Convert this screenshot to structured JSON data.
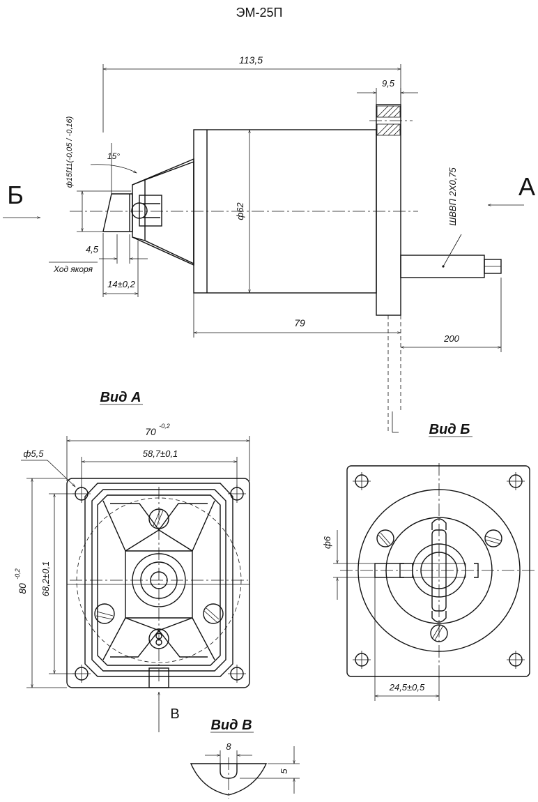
{
  "title": "ЭМ-25П",
  "views": {
    "main": {
      "dim_total_length": "113,5",
      "dim_flange": "9,5",
      "dim_shaft_dia": "ф15f11(-0,05 / -0,16)",
      "dim_angle": "15°",
      "dim_body_dia": "ф62",
      "dim_stroke": "4,5",
      "label_stroke": "Ход якоря",
      "dim_tip": "14±0,2",
      "dim_body_len": "79",
      "dim_cable_len": "200",
      "cable_label": "ШВВП 2Х0,75",
      "arrow_a": "А",
      "arrow_b": "Б"
    },
    "view_a": {
      "title": "Вид А",
      "dim_width": "70",
      "dim_width_tol": "-0,2",
      "dim_hole": "ф5,5",
      "dim_hole_spacing_x": "58,7±0,1",
      "dim_height": "80",
      "dim_height_tol": "-0,2",
      "dim_hole_spacing_y": "68,2±0,1",
      "arrow_v": "В"
    },
    "view_b": {
      "title": "Вид Б",
      "dim_pin_dia": "ф6",
      "dim_pin_len": "24,5±0,5"
    },
    "view_v": {
      "title": "Вид В",
      "dim_slot_width": "8",
      "dim_slot_depth": "5"
    }
  }
}
